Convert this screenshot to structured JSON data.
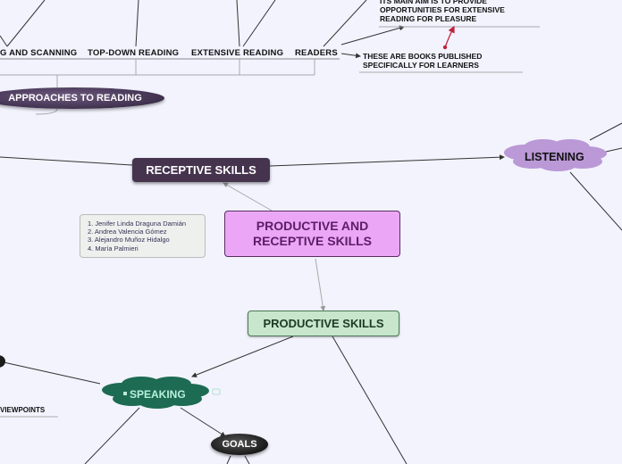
{
  "map": {
    "central": {
      "line1": "PRODUCTIVE AND",
      "line2": "RECEPTIVE SKILLS"
    },
    "receptive": "RECEPTIVE SKILLS",
    "productive": "PRODUCTIVE SKILLS",
    "listening": "LISTENING",
    "speaking": "SPEAKING",
    "goals": "GOALS",
    "approaches": "APPROACHES TO READING",
    "reading_types": {
      "skimming": "G AND SCANNING",
      "topdown": "TOP-DOWN READING",
      "extensive": "EXTENSIVE READING",
      "readers": "READERS"
    },
    "notes": {
      "aim": "ITS MAIN AIM IS TO PROVIDE OPPORTUNITIES FOR EXTENSIVE READING FOR PLEASURE",
      "books": "THESE ARE BOOKS PUBLISHED SPECIFICALLY FOR LEARNERS",
      "viewpoints": "VIEWPOINTS"
    },
    "members": [
      "1. Jenifer Linda Draguna Damián",
      "2. Andrea Valencia Gómez",
      "3. Alejandro Muñoz Hidalgo",
      "4. María Palmieri"
    ]
  },
  "colors": {
    "background": "#f2f3fd",
    "central_fill": "#eba7f5",
    "receptive_fill": "#46344f",
    "productive_fill": "#c8e6cc",
    "listening_cloud": "#bb98d6",
    "speaking_cloud": "#1d6b52",
    "arrow_red": "#c0223a"
  }
}
